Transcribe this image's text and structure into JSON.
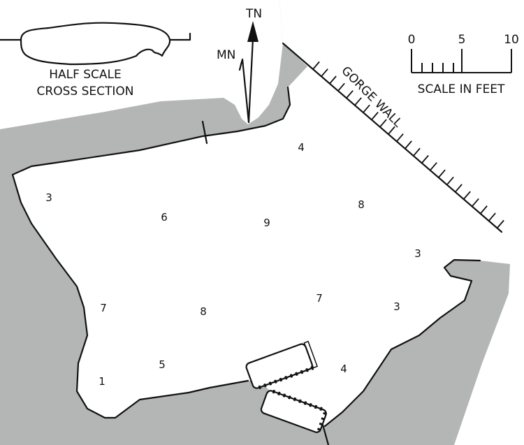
{
  "legend": {
    "cross_section_line1": "HALF SCALE",
    "cross_section_line2": "CROSS SECTION",
    "true_north": "TN",
    "magnetic_north": "MN",
    "gorge_wall": "GORGE WALL",
    "scale_title": "SCALE IN FEET",
    "scale_ticks": [
      "0",
      "5",
      "10"
    ]
  },
  "depth_readings": [
    "4",
    "3",
    "6",
    "9",
    "8",
    "3",
    "7",
    "8",
    "7",
    "3",
    "5",
    "1",
    "4"
  ],
  "colors": {
    "rock": "#b4b6b6",
    "floor": "#ffffff",
    "ink": "#111111"
  }
}
